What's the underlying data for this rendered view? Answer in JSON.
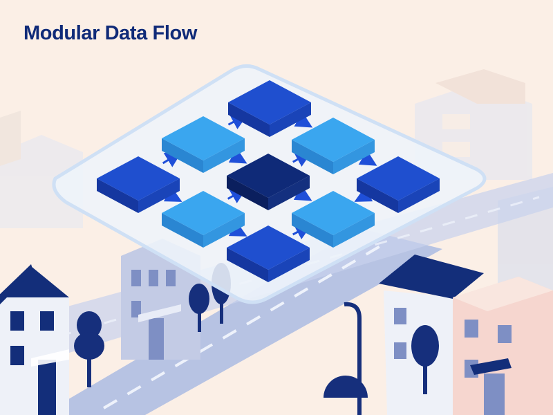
{
  "title": "Modular Data Flow",
  "colors": {
    "background": "#fbefe6",
    "title": "#0f2a78",
    "platform_fill": "#eef4fb",
    "platform_stroke": "#cfe0f5",
    "module_dark": "#0f2a78",
    "module_mid": "#1f4fcf",
    "module_light": "#3aa6ef",
    "arrow": "#1f4fd8",
    "building_navy": "#132e7a",
    "tree": "#162f7c",
    "road": "#9aabd6"
  },
  "modules": [
    {
      "id": "top",
      "tone": "mid"
    },
    {
      "id": "upper-left",
      "tone": "light"
    },
    {
      "id": "upper-right",
      "tone": "light"
    },
    {
      "id": "left",
      "tone": "mid"
    },
    {
      "id": "center",
      "tone": "dark"
    },
    {
      "id": "right",
      "tone": "mid"
    },
    {
      "id": "lower-left",
      "tone": "light"
    },
    {
      "id": "lower-right",
      "tone": "light"
    },
    {
      "id": "bottom",
      "tone": "mid"
    }
  ],
  "flows": [
    {
      "from": "upper-left",
      "to": "top"
    },
    {
      "from": "top",
      "to": "upper-right"
    },
    {
      "from": "left",
      "to": "upper-left"
    },
    {
      "from": "upper-left",
      "to": "center"
    },
    {
      "from": "center",
      "to": "upper-right"
    },
    {
      "from": "upper-right",
      "to": "right"
    },
    {
      "from": "left",
      "to": "lower-left"
    },
    {
      "from": "lower-left",
      "to": "center"
    },
    {
      "from": "center",
      "to": "lower-right"
    },
    {
      "from": "right",
      "to": "lower-right"
    },
    {
      "from": "lower-left",
      "to": "bottom"
    },
    {
      "from": "bottom",
      "to": "lower-right"
    }
  ]
}
